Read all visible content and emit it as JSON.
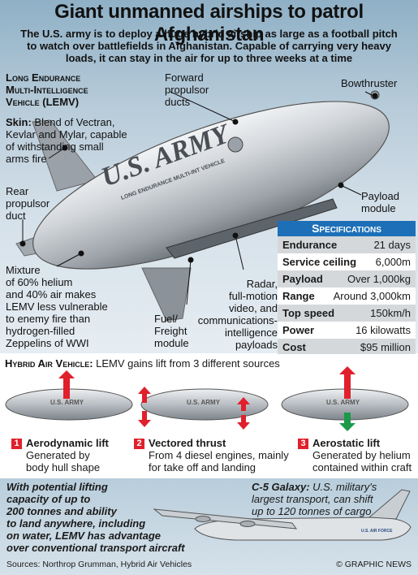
{
  "headline": "Giant unmanned airships to patrol Afghanistan",
  "intro": "The U.S. army is to deploy a huge hybrid airship as large as a football pitch to watch over battlefields in Afghanistan. Capable of carrying very heavy loads, it can stay in the air for up to three weeks at a time",
  "vehicle": {
    "name_line1": "Long Endurance",
    "name_line2": "Multi-Intelligence",
    "name_line3": "Vehicle (LEMV)",
    "hull_text": "U.S. ARMY",
    "hull_subtext": "LONG ENDURANCE MULTI-INT VEHICLE"
  },
  "callouts": {
    "skin_label": "Skin:",
    "skin_line1": "Blend of Vectran,",
    "skin_line2": "Kevlar and Mylar, capable",
    "skin_line3": "of withstanding small",
    "skin_line4": "arms fire",
    "forward_line1": "Forward",
    "forward_line2": "propulsor",
    "forward_line3": "ducts",
    "bowthruster": "Bowthruster",
    "rear_line1": "Rear",
    "rear_line2": "propulsor",
    "rear_line3": "duct",
    "payload_line1": "Payload",
    "payload_line2": "module",
    "mixture_line1": "Mixture",
    "mixture_line2": "of 60% helium",
    "mixture_line3": "and 40% air makes",
    "mixture_line4": "LEMV less vulnerable",
    "mixture_line5": "to enemy fire than",
    "mixture_line6": "hydrogen-filled",
    "mixture_line7": "Zeppelins of WWI",
    "fuel_line1": "Fuel/",
    "fuel_line2": "Freight",
    "fuel_line3": "module",
    "radar_line1": "Radar,",
    "radar_line2": "full-motion",
    "radar_line3": "video, and",
    "radar_line4": "communications-",
    "radar_line5": "intelligence",
    "radar_line6": "payloads"
  },
  "specs": {
    "title": "Specifications",
    "rows": [
      {
        "key": "Endurance",
        "value": "21 days"
      },
      {
        "key": "Service ceiling",
        "value": "6,000m"
      },
      {
        "key": "Payload",
        "value": "Over 1,000kg"
      },
      {
        "key": "Range",
        "value": "Around 3,000km"
      },
      {
        "key": "Top speed",
        "value": "150km/h"
      },
      {
        "key": "Power",
        "value": "16 kilowatts"
      },
      {
        "key": "Cost",
        "value": "$95 million"
      }
    ]
  },
  "hybrid": {
    "title": "Hybrid Air Vehicle:",
    "subtitle": "LEMV gains lift from 3 different sources",
    "mini_hull_text": "U.S. ARMY",
    "lifts": [
      {
        "num": "1",
        "title": "Aerodynamic lift",
        "desc_line1": "Generated by",
        "desc_line2": "body hull shape"
      },
      {
        "num": "2",
        "title": "Vectored thrust",
        "desc_line1": "From 4 diesel engines, mainly",
        "desc_line2": "for take off and landing"
      },
      {
        "num": "3",
        "title": "Aerostatic lift",
        "desc_line1": "Generated by helium",
        "desc_line2": "contained within craft"
      }
    ]
  },
  "bottom": {
    "adv_line1": "With potential lifting",
    "adv_line2": "capacity of up to",
    "adv_line3": "200 tonnes and ability",
    "adv_line4": "to land anywhere, including",
    "adv_line5": "on water, LEMV has advantage",
    "adv_line6": "over conventional transport aircraft",
    "c5_title": "C-5 Galaxy:",
    "c5_line1": " U.S. military's",
    "c5_line2": "largest transport, can shift",
    "c5_line3": "up to 120 tonnes of cargo",
    "plane_text": "U.S. AIR FORCE",
    "sources": "Sources: Northrop Grumman, Hybrid Air Vehicles",
    "credit": "© GRAPHIC NEWS"
  },
  "colors": {
    "accent_blue": "#1d70b8",
    "lift_red": "#e0202b",
    "lift_green": "#1b9a4a",
    "hull": "#c8ccd0"
  }
}
